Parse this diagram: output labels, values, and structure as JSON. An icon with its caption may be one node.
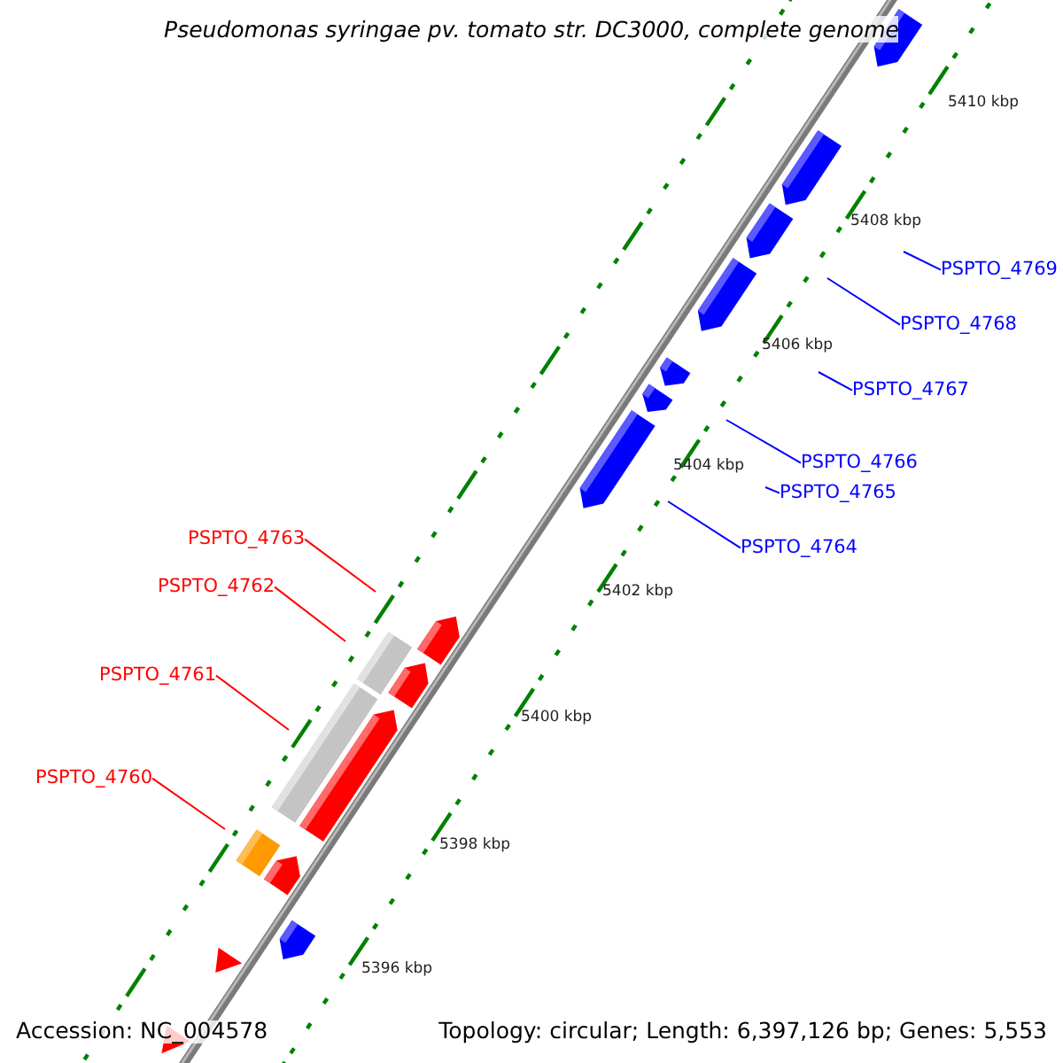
{
  "diagram": {
    "title": "Pseudomonas syringae pv. tomato str. DC3000, complete genome",
    "nodes": [
      {
        "text": [
          "PSPTO_4769"
        ]
      },
      {
        "text": [
          "PSPTO_4768"
        ]
      },
      {
        "text": [
          "PSPTO_4767"
        ]
      },
      {
        "text": [
          "PSPTO_4766"
        ]
      },
      {
        "text": [
          "PSPTO_4765"
        ]
      },
      {
        "text": [
          "PSPTO_4764"
        ]
      },
      {
        "text": [
          "PSPTO_4763"
        ]
      },
      {
        "text": [
          "PSPTO_4762"
        ]
      },
      {
        "text": [
          "PSPTO_4761"
        ]
      },
      {
        "text": [
          "PSPTO_4760"
        ]
      }
    ],
    "edges": [
      {
        "from": 0,
        "to": null,
        "arrow": "none",
        "color": "#0000ff"
      },
      {
        "from": 1,
        "to": null,
        "arrow": "none",
        "color": "#0000ff"
      },
      {
        "from": 2,
        "to": null,
        "arrow": "none",
        "color": "#0000ff"
      },
      {
        "from": 3,
        "to": null,
        "arrow": "none",
        "color": "#0000ff"
      },
      {
        "from": 4,
        "to": null,
        "arrow": "none",
        "color": "#0000ff"
      },
      {
        "from": 5,
        "to": null,
        "arrow": "none",
        "color": "#0000ff"
      },
      {
        "from": 6,
        "to": null,
        "arrow": "none",
        "color": "#ff0000"
      },
      {
        "from": 7,
        "to": null,
        "arrow": "none",
        "color": "#ff0000"
      },
      {
        "from": 8,
        "to": null,
        "arrow": "none",
        "color": "#ff0000"
      },
      {
        "from": 9,
        "to": null,
        "arrow": "none",
        "color": "#ff0000"
      }
    ],
    "labels": [
      "5410 kbp",
      "5408 kbp",
      "5406 kbp",
      "5404 kbp",
      "5402 kbp",
      "5400 kbp",
      "5398 kbp",
      "5396 kbp",
      "Accession: NC_004578",
      "Topology: circular; Length: 6,397,126 bp; Genes: 5,553"
    ]
  }
}
